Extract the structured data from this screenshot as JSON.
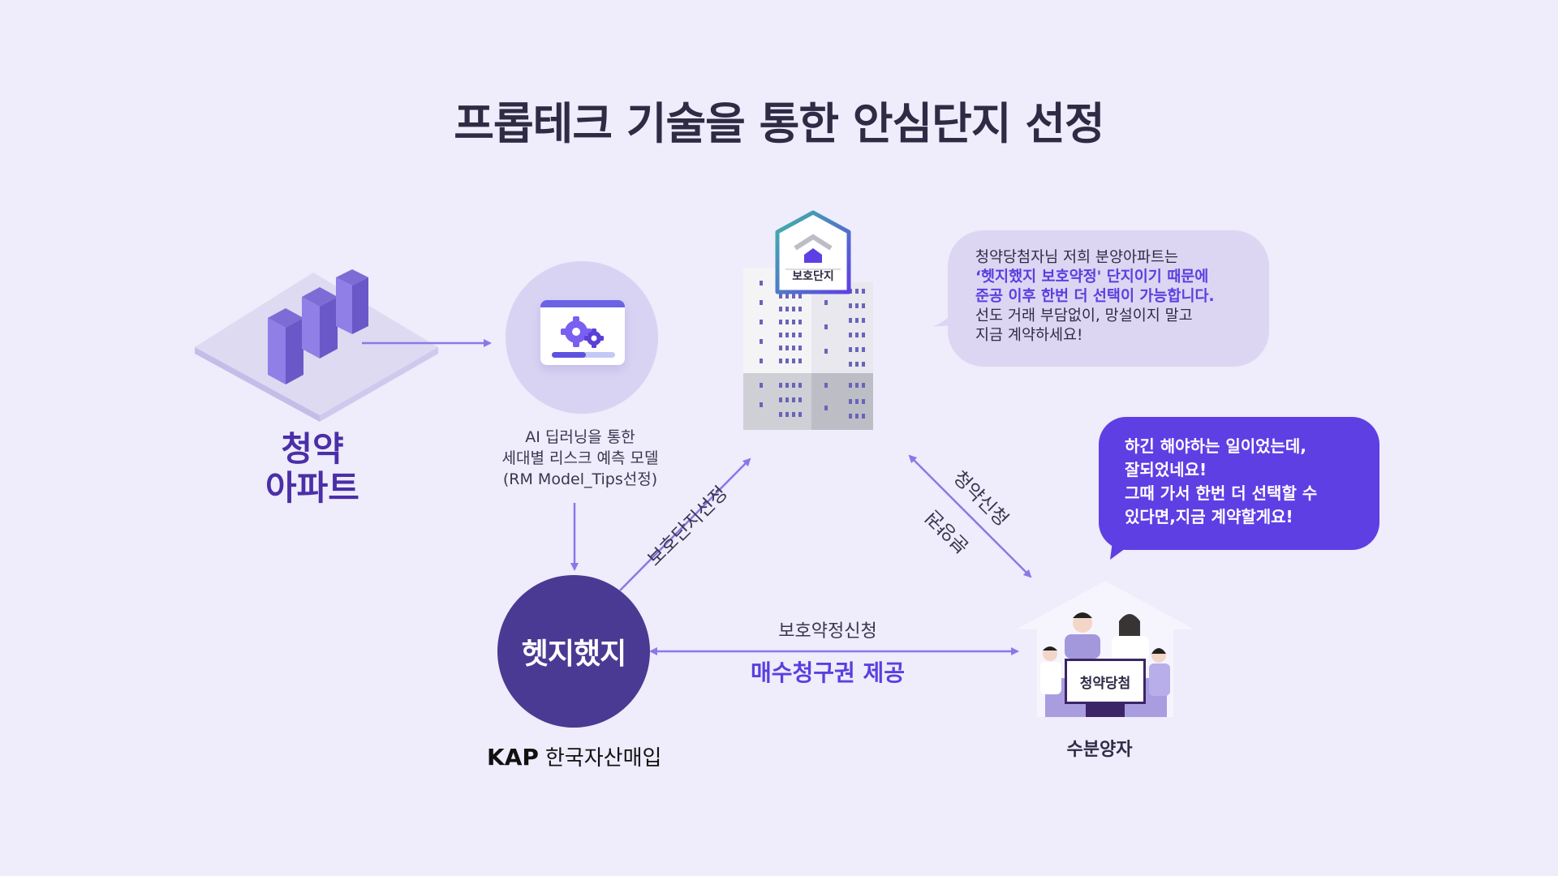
{
  "title": "프롭테크 기술을 통한 안심단지 선정",
  "nodes": {
    "apartment": {
      "label_line1": "청약",
      "label_line2": "아파트",
      "icon": "isometric-buildings-icon"
    },
    "ai_model": {
      "icon": "gear-window-icon",
      "label_lines": [
        "AI 딥러닝을 통한",
        "세대별 리스크 예측 모델",
        "(RM Model_Tips선정)"
      ]
    },
    "protected_complex": {
      "badge_label": "보호단지",
      "icon": "house-shield-badge-icon"
    },
    "hedge": {
      "logo_text": "헷지했지",
      "company_prefix": "KAP",
      "company_name": "한국자산매입"
    },
    "buyer": {
      "sign_text": "청약당첨",
      "label": "수분양자",
      "icon": "family-illustration-icon"
    }
  },
  "edges": {
    "hedge_to_complex": "보호단지선정",
    "buyer_to_complex_top": "청약신청",
    "buyer_to_complex_bottom": "분양권",
    "hedge_buyer_top": "보호약정신청",
    "hedge_buyer_bottom": "매수청구권 제공"
  },
  "bubbles": {
    "complex": {
      "line1": "청약당첨자님 저희 분양아파트는",
      "line2": "‘헷지했지 보호약정' 단지이기 때문에",
      "line3": "준공 이후 한번 더 선택이 가능합니다.",
      "line4": "선도 거래 부담없이, 망설이지 말고",
      "line5": "지금 계약하세요!"
    },
    "buyer": {
      "line1": "하긴 해야하는 일이었는데,",
      "line2": "잘되었네요!",
      "line3": "그때 가서 한번 더 선택할 수",
      "line4": "있다면,지금 계약할게요!"
    }
  },
  "colors": {
    "background": "#efecfb",
    "accent": "#5e3fe4",
    "arrow": "#8a78e8",
    "hedge_circle": "#4b3a93",
    "title_text": "#2f2b45"
  }
}
